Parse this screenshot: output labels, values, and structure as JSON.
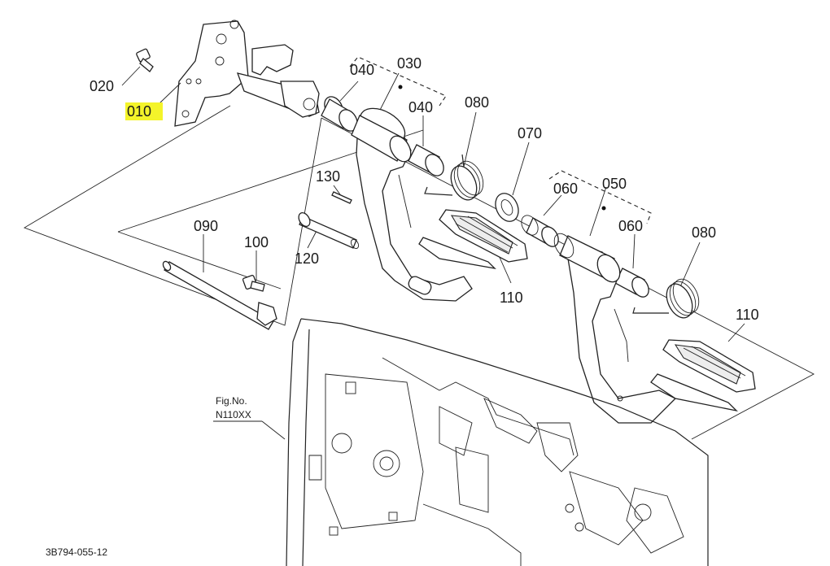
{
  "callouts": {
    "c010": "010",
    "c020": "020",
    "c030": "030",
    "c040a": "040",
    "c040b": "040",
    "c050": "050",
    "c060a": "060",
    "c060b": "060",
    "c070": "070",
    "c080a": "080",
    "c080b": "080",
    "c090": "090",
    "c100": "100",
    "c110a": "110",
    "c110b": "110",
    "c120": "120",
    "c130": "130"
  },
  "figure": {
    "label_line1": "Fig.No.",
    "label_line2": "N110XX",
    "code": "3B794-055-12"
  },
  "colors": {
    "highlight": "#f4f42a",
    "line": "#222222",
    "background": "#ffffff"
  }
}
